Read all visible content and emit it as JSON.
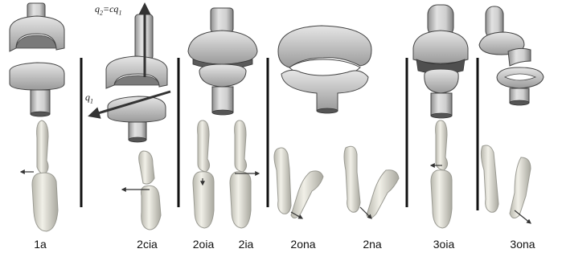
{
  "figure": {
    "panels": [
      {
        "key": "p1a",
        "label": "1a"
      },
      {
        "key": "p2cia",
        "label": "2cia"
      },
      {
        "key": "p2oia",
        "label": "2oia"
      },
      {
        "key": "p2ia",
        "label": "2ia"
      },
      {
        "key": "p2ona",
        "label": "2ona"
      },
      {
        "key": "p2na",
        "label": "2na"
      },
      {
        "key": "p3oia",
        "label": "3oia"
      },
      {
        "key": "p3ona",
        "label": "3ona"
      }
    ],
    "annotations": {
      "q2_var": "q",
      "q2_sub": "2",
      "q2_eq": "=cq",
      "q2_eq_sub": "1",
      "q1_var": "q",
      "q1_sub": "1"
    },
    "colors": {
      "joint_fill": "#dcdcdc",
      "joint_shadow": "#8e8e8e",
      "joint_dark": "#555555",
      "bone_fill": "#ecebe2",
      "bone_edge": "#9a9a92",
      "divider": "#111111",
      "arrow": "#333333"
    }
  }
}
